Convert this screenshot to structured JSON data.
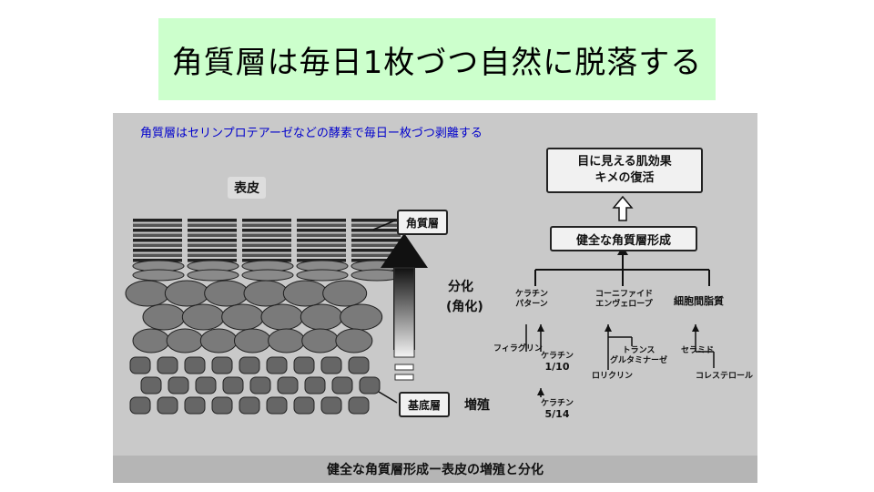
{
  "title": "角質層は毎日1枚づつ自然に脱落する",
  "note": "角質層はセリンプロテアーゼなどの酵素で毎日ー枚づつ剥離する",
  "labels": {
    "epidermis": "表皮",
    "stratum_corneum": "角質層",
    "basal_layer": "基底層",
    "differentiation": "分化",
    "keratinization": "(角化)",
    "proliferation": "増殖"
  },
  "flow": {
    "top_line1": "目に見える肌効果",
    "top_line2": "キメの復活",
    "middle": "健全な角質層形成",
    "branch1_line1": "ケラチン",
    "branch1_line2": "パターン",
    "branch2_line1": "コーニファイド",
    "branch2_line2": "エンヴェロープ",
    "branch3": "細胞間脂質",
    "filaggrin": "フィラグリン",
    "keratin110_line1": "ケラチン",
    "keratin110_line2": "1/10",
    "keratin514_line1": "ケラチン",
    "keratin514_line2": "5/14",
    "transglutaminase_line1": "トランス",
    "transglutaminase_line2": "グルタミナーゼ",
    "loricrin": "ロリクリン",
    "ceramide": "セラミド",
    "cholesterol": "コレステロール"
  },
  "caption": "健全な角質層形成ー表皮の増殖と分化"
}
